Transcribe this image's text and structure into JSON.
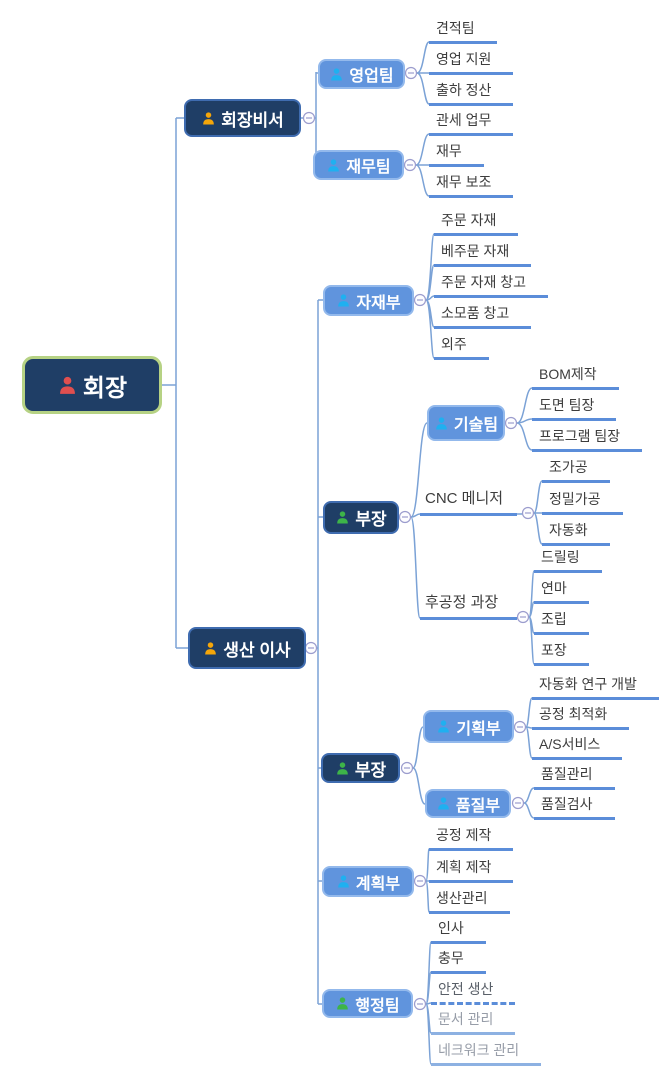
{
  "colors": {
    "node_dark_fill": "#1f3e66",
    "node_dark_border": "#3f6cb0",
    "node_blue_fill": "#6094dd",
    "node_blue_border": "#93b9ec",
    "root_border_green": "#b6d284",
    "leaf_underline": "#5b8dd9",
    "connector": "#7ba2d6",
    "leaf_text": "#3d3d3d",
    "muted_text": "#979da8",
    "icon_red": "#e04f4f",
    "icon_orange": "#f5a60a",
    "icon_cyan": "#1fb0f0",
    "icon_green": "#3db449"
  },
  "icons": {
    "root": "person-icon",
    "toggle": "collapse-minus-icon"
  },
  "tree": {
    "root": {
      "label": "회장",
      "icon_color": "#e04f4f"
    },
    "branches": [
      {
        "label": "회장비서",
        "icon_color": "#f5a60a",
        "children": [
          {
            "label": "영업팀",
            "icon_color": "#1fb0f0",
            "children": [
              {
                "label": "견적팀"
              },
              {
                "label": "영업 지원"
              },
              {
                "label": "출하 정산"
              }
            ]
          },
          {
            "label": "재무팀",
            "icon_color": "#1fb0f0",
            "children": [
              {
                "label": "관세 업무"
              },
              {
                "label": "재무"
              },
              {
                "label": "재무 보조"
              }
            ]
          }
        ]
      },
      {
        "label": "생산 이사",
        "icon_color": "#f5a60a",
        "children": [
          {
            "label": "자재부",
            "icon_color": "#1fb0f0",
            "children": [
              {
                "label": "주문 자재"
              },
              {
                "label": "베주문 자재"
              },
              {
                "label": "주문 자재 창고"
              },
              {
                "label": "소모품 창고"
              },
              {
                "label": "외주"
              }
            ]
          },
          {
            "label": "부장",
            "icon_color": "#3db449",
            "children": [
              {
                "label": "기술팀",
                "icon_color": "#1fb0f0",
                "children": [
                  {
                    "label": "BOM제작"
                  },
                  {
                    "label": "도면 팀장"
                  },
                  {
                    "label": "프로그램 팀장"
                  }
                ]
              },
              {
                "label": "CNC 메니저",
                "children": [
                  {
                    "label": "조가공"
                  },
                  {
                    "label": "정밀가공"
                  },
                  {
                    "label": "자동화"
                  }
                ]
              },
              {
                "label": "후공정 과장",
                "children": [
                  {
                    "label": "드릴링"
                  },
                  {
                    "label": "연마"
                  },
                  {
                    "label": "조립"
                  },
                  {
                    "label": "포장"
                  }
                ]
              }
            ]
          },
          {
            "label": "부장",
            "icon_color": "#3db449",
            "children": [
              {
                "label": "기획부",
                "icon_color": "#1fb0f0",
                "children": [
                  {
                    "label": "자동화 연구 개발"
                  },
                  {
                    "label": "공정 최적화"
                  },
                  {
                    "label": "A/S서비스"
                  }
                ]
              },
              {
                "label": "품질부",
                "icon_color": "#1fb0f0",
                "children": [
                  {
                    "label": "품질관리"
                  },
                  {
                    "label": "품질검사"
                  }
                ]
              }
            ]
          },
          {
            "label": "계획부",
            "icon_color": "#1fb0f0",
            "children": [
              {
                "label": "공정 제작"
              },
              {
                "label": "계획 제작"
              },
              {
                "label": "생산관리"
              }
            ]
          },
          {
            "label": "행정팀",
            "icon_color": "#3db449",
            "children": [
              {
                "label": "인사"
              },
              {
                "label": "충무"
              },
              {
                "label": "안전 생산",
                "style": "dashed-underline"
              },
              {
                "label": "문서 관리",
                "style": "muted"
              },
              {
                "label": "네크워크 관리",
                "style": "muted"
              }
            ]
          }
        ]
      }
    ]
  }
}
